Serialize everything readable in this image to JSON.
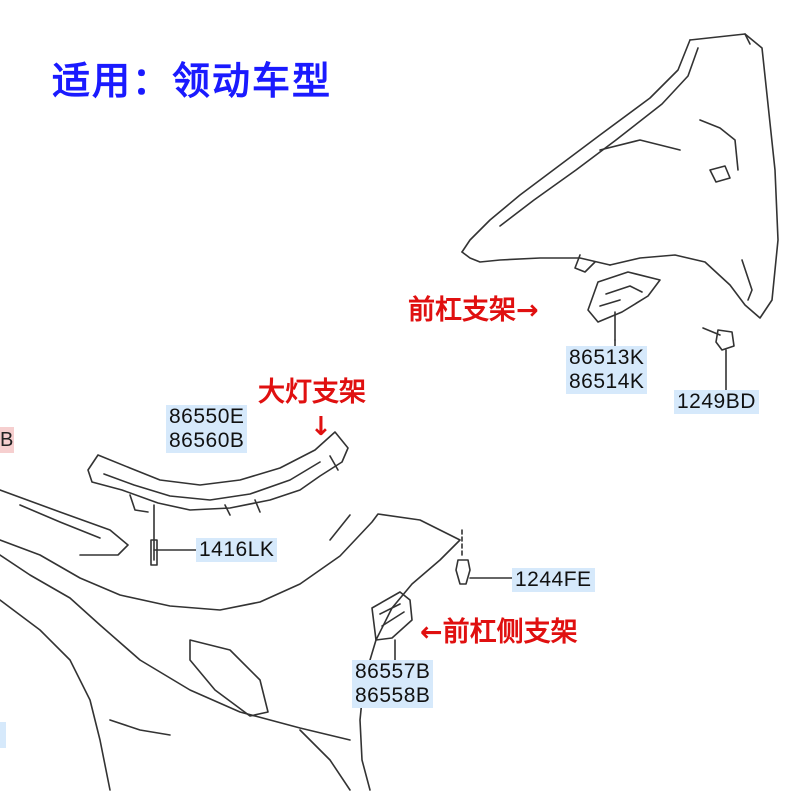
{
  "title": "适用：领动车型",
  "callouts": {
    "front_bracket": "前杠支架",
    "headlight_bracket": "大灯支架",
    "side_bracket": "前杠侧支架"
  },
  "arrows": {
    "right": "→",
    "down": "↓",
    "left": "←"
  },
  "parts": {
    "fender_bracket_a": "86513K",
    "fender_bracket_b": "86514K",
    "fender_bolt": "1249BD",
    "headlight_bracket_a": "86550E",
    "headlight_bracket_b": "86560B",
    "headlight_screw": "1416LK",
    "bumper_screw": "1244FE",
    "side_bracket_a": "86557B",
    "side_bracket_b": "86558B",
    "edge_fragment": "B"
  },
  "colors": {
    "title": "#1a1aff",
    "callout": "#e01010",
    "label_bg": "#d6e9fb"
  }
}
